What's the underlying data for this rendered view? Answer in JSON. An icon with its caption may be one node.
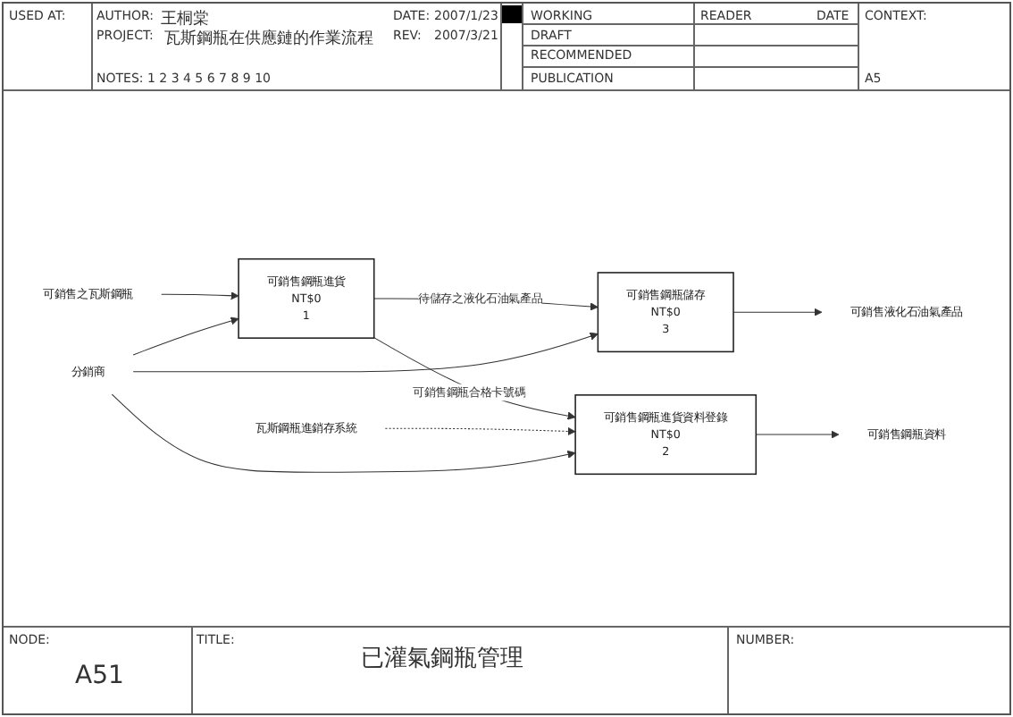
{
  "diagram": {
    "title": "已灌氣鋼瓶管理",
    "nodes": [
      {
        "text": [
          "可銷售之瓦斯鋼瓶"
        ]
      },
      {
        "text": [
          "可銷售鋼瓶進貨",
          "NT$0",
          "1"
        ]
      },
      {
        "text": [
          "可銷售鋼瓶儲存",
          "NT$0",
          "3"
        ]
      },
      {
        "text": [
          "可銷售液化石油氣產品"
        ]
      },
      {
        "text": [
          "瓦斯鋼瓶進銷存系統"
        ]
      },
      {
        "text": [
          "可銷售鋼瓶進貨資料登錄",
          "NT$0",
          "2"
        ]
      },
      {
        "text": [
          "可銷售鋼瓶資料"
        ]
      },
      {
        "text": [
          "分銷商"
        ]
      }
    ],
    "edges": [
      {
        "from": 0,
        "to": 1,
        "arrow": "to"
      },
      {
        "from": 1,
        "to": 2,
        "arrow": "to",
        "label": "待儲存之液化石油氣產品"
      },
      {
        "from": 2,
        "to": 3,
        "arrow": "to"
      },
      {
        "from": 1,
        "to": 5,
        "arrow": "to",
        "label": "可銷售鋼瓶合格卡號碼"
      },
      {
        "from": 4,
        "to": 5,
        "arrow": "to",
        "style": "dashed"
      },
      {
        "from": 5,
        "to": 6,
        "arrow": "to"
      },
      {
        "from": 7,
        "to": 1,
        "arrow": "to"
      },
      {
        "from": 7,
        "to": 5,
        "arrow": "to"
      },
      {
        "from": 7,
        "to": 2,
        "arrow": "to"
      }
    ],
    "labels": [
      "USED AT:",
      "AUTHOR:",
      "王桐棠",
      "PROJECT:",
      "瓦斯鋼瓶在供應鏈的作業流程",
      "DATE:",
      "2007/1/23",
      "REV:",
      "2007/3/21",
      "WORKING",
      "READER",
      "DATE",
      "CONTEXT:",
      "DRAFT",
      "RECOMMENDED",
      "NOTES: 1 2 3 4 5 6 7 8 9 10",
      "PUBLICATION",
      "A5",
      "NODE:",
      "TITLE:",
      "NUMBER:",
      "A51"
    ]
  }
}
